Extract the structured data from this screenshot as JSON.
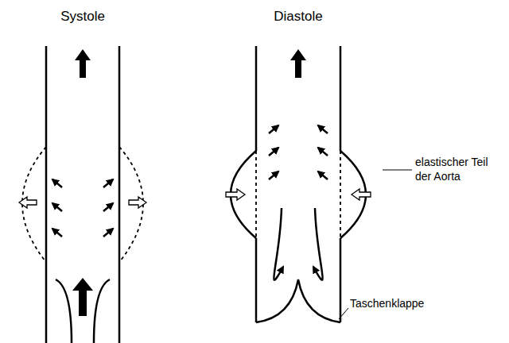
{
  "diagram": {
    "labels": [
      "Systole",
      "Diastole",
      "elastischer Teil der Aorta",
      "Taschenklappe"
    ]
  }
}
